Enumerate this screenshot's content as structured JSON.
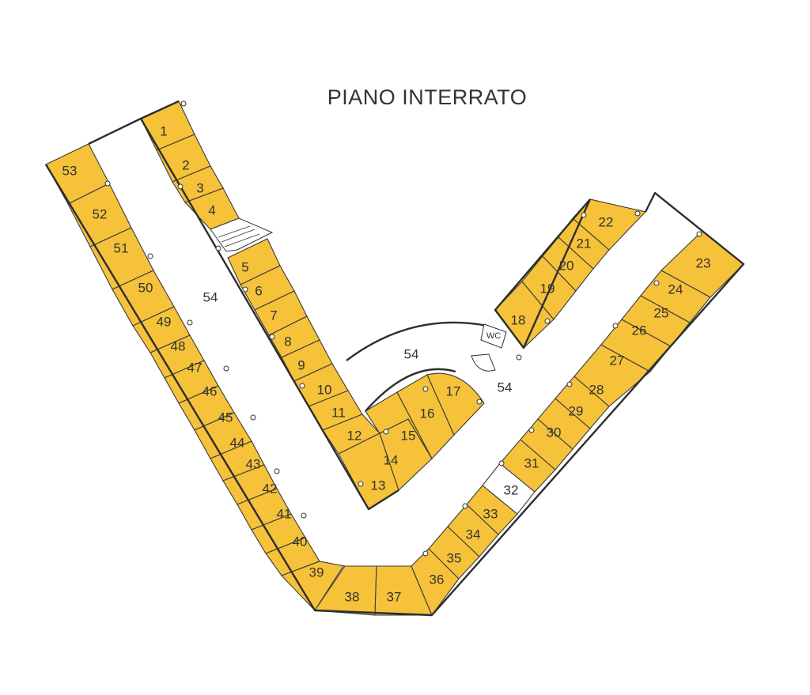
{
  "title": "PIANO INTERRATO",
  "corridor_label": "54",
  "wc_label": "WC",
  "colors": {
    "unit_fill": "#f5c23a",
    "free_fill": "#ffffff",
    "line": "#2e2e2e"
  },
  "unit_labels": {
    "u1": "1",
    "u2": "2",
    "u3": "3",
    "u4": "4",
    "u5": "5",
    "u6": "6",
    "u7": "7",
    "u8": "8",
    "u9": "9",
    "u10": "10",
    "u11": "11",
    "u12": "12",
    "u13": "13",
    "u14": "14",
    "u15": "15",
    "u16": "16",
    "u17": "17",
    "u18": "18",
    "u19": "19",
    "u20": "20",
    "u21": "21",
    "u22": "22",
    "u23": "23",
    "u24": "24",
    "u25": "25",
    "u26": "26",
    "u27": "27",
    "u28": "28",
    "u29": "29",
    "u30": "30",
    "u31": "31",
    "u32": "32",
    "u33": "33",
    "u34": "34",
    "u35": "35",
    "u36": "36",
    "u37": "37",
    "u38": "38",
    "u39": "39",
    "u40": "40",
    "u41": "41",
    "u42": "42",
    "u43": "43",
    "u44": "44",
    "u45": "45",
    "u46": "46",
    "u47": "47",
    "u48": "48",
    "u49": "49",
    "u50": "50",
    "u51": "51",
    "u52": "52",
    "u53": "53"
  }
}
